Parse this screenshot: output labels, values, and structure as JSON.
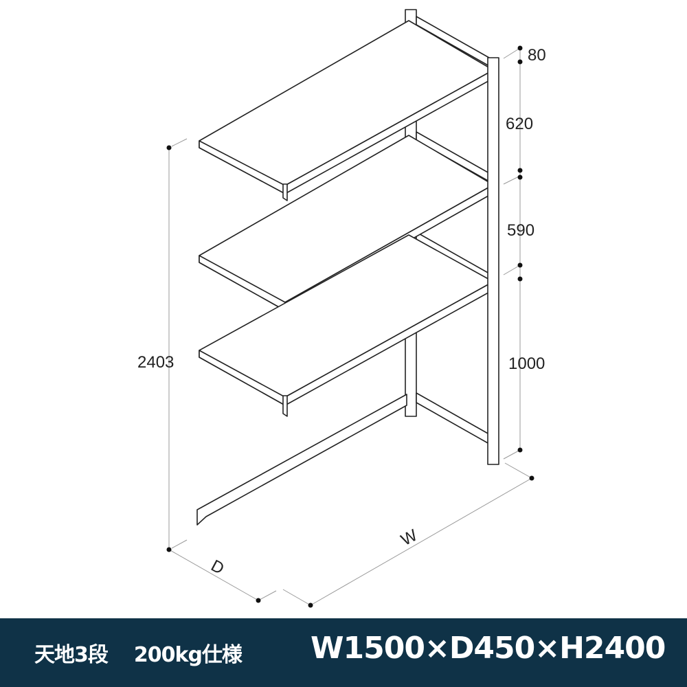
{
  "dimensions": {
    "total_height": "2403",
    "top_gap": "80",
    "upper_gap": "620",
    "middle_gap": "590",
    "lower_gap": "1000",
    "width_label": "W",
    "depth_label": "D"
  },
  "footer": {
    "tiers": "天地3段",
    "load": "200kg仕様",
    "size": "W1500×D450×H2400",
    "background": "#0f3247"
  }
}
